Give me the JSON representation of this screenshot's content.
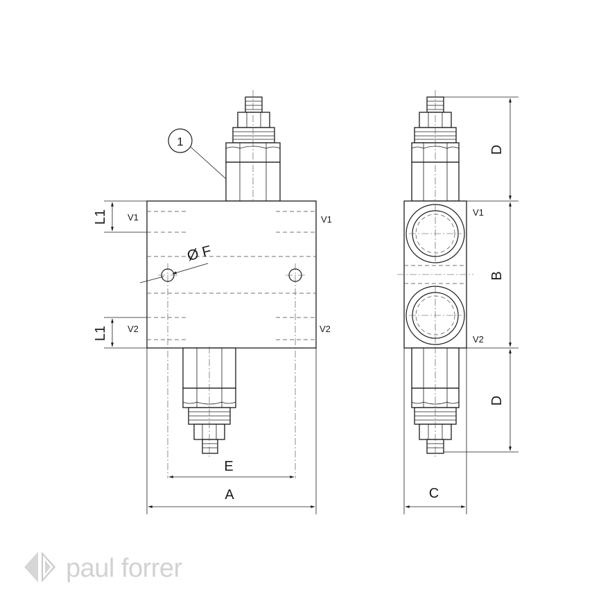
{
  "callout": "1",
  "labels": {
    "L1_top": "L1",
    "L1_bottom": "L1",
    "V1_left": "V1",
    "V1_right": "V1",
    "V2_left": "V2",
    "V2_right": "V2",
    "phiF": "Ø F",
    "E": "E",
    "A": "A",
    "C": "C",
    "B": "B",
    "D_top": "D",
    "D_bottom": "D",
    "side_V1": "V1",
    "side_V2": "V2"
  },
  "logo": {
    "text": "paul forrer",
    "color": "#d2d2d2"
  }
}
